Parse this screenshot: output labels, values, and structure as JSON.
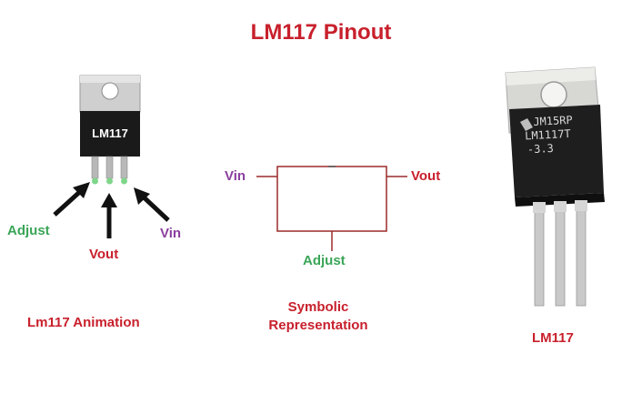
{
  "title": "LM117 Pinout",
  "animation": {
    "chip_label": "LM117",
    "pins": {
      "adjust": "Adjust",
      "vout": "Vout",
      "vin": "Vin"
    },
    "caption": "Lm117 Animation"
  },
  "symbol": {
    "vin": "Vin",
    "vout": "Vout",
    "adjust": "Adjust",
    "caption_line1": "Symbolic",
    "caption_line2": "Representation"
  },
  "photo": {
    "marking_line1": "JM15RP",
    "marking_line2": "LM1117T",
    "marking_line3": "-3.3",
    "caption": "LM117"
  },
  "colors": {
    "title_red": "#c8202c",
    "adjust_green": "#3aa557",
    "vin_purple": "#8a3f9e",
    "wire_red": "#9c2a2a"
  }
}
